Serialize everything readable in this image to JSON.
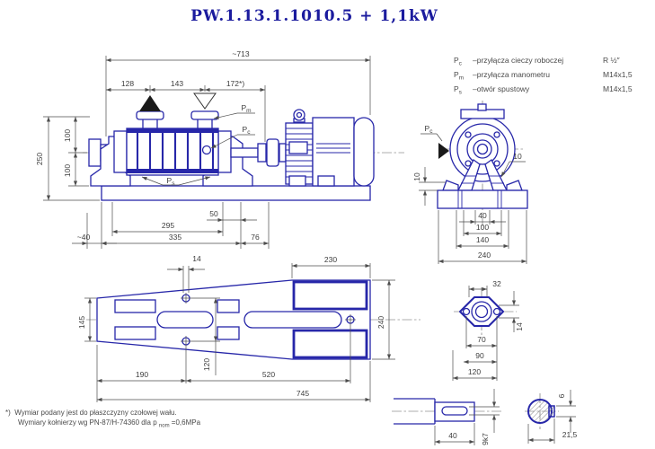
{
  "title": "PW.1.13.1.1010.5  +  1,1kW",
  "colors": {
    "drawing_blue": "#2727a9",
    "dimension_gray": "#4c4c4c",
    "title_navy": "#1b1b9e"
  },
  "legend": {
    "rows": [
      {
        "sym": "P",
        "sub": "c",
        "desc": "–przyłącza cieczy roboczej",
        "val": "R ½″"
      },
      {
        "sym": "P",
        "sub": "m",
        "desc": "–przyłącza manometru",
        "val": "M14x1,5"
      },
      {
        "sym": "P",
        "sub": "s",
        "desc": "–otwór spustowy",
        "val": "M14x1,5"
      }
    ]
  },
  "side_view": {
    "dims": {
      "d713": "~713",
      "d128": "128",
      "d143": "143",
      "d172": "172*)",
      "d250": "250",
      "d100a": "100",
      "d100b": "100",
      "d50": "50",
      "d295": "295",
      "d335": "335",
      "d76": "76",
      "d40": "~40"
    },
    "ports": {
      "pm": {
        "sym": "P",
        "sub": "m"
      },
      "pc": {
        "sym": "P",
        "sub": "c"
      },
      "ps": {
        "sym": "P",
        "sub": "s"
      }
    }
  },
  "front_view": {
    "port_pc": {
      "sym": "P",
      "sub": "c"
    },
    "dims": {
      "d10l": "10",
      "d10r": "10",
      "d40": "40",
      "d100": "100",
      "d140": "140",
      "d240": "240"
    }
  },
  "base_view": {
    "dims": {
      "d14": "14",
      "d230": "230",
      "d145": "145",
      "d240": "240",
      "d190": "190",
      "d120": "120",
      "d520": "520",
      "d745": "745"
    }
  },
  "flange_view": {
    "dims": {
      "d32": "32",
      "d14": "14",
      "d70": "70",
      "d90": "90",
      "d120": "120"
    }
  },
  "shaft_view": {
    "dims": {
      "d40": "40",
      "d9k7": "9k7"
    }
  },
  "section_view": {
    "dims": {
      "d6": "6",
      "d21_5": "21,5"
    }
  },
  "footnote": {
    "marker": "*)",
    "line1": "Wymiar podany jest do płaszczyzny czołowej wału.",
    "line2_pre": "Wymiary kołnierzy wg PN-87/H-74360 dla p",
    "line2_sub": "nom",
    "line2_post": "=0,6MPa"
  }
}
